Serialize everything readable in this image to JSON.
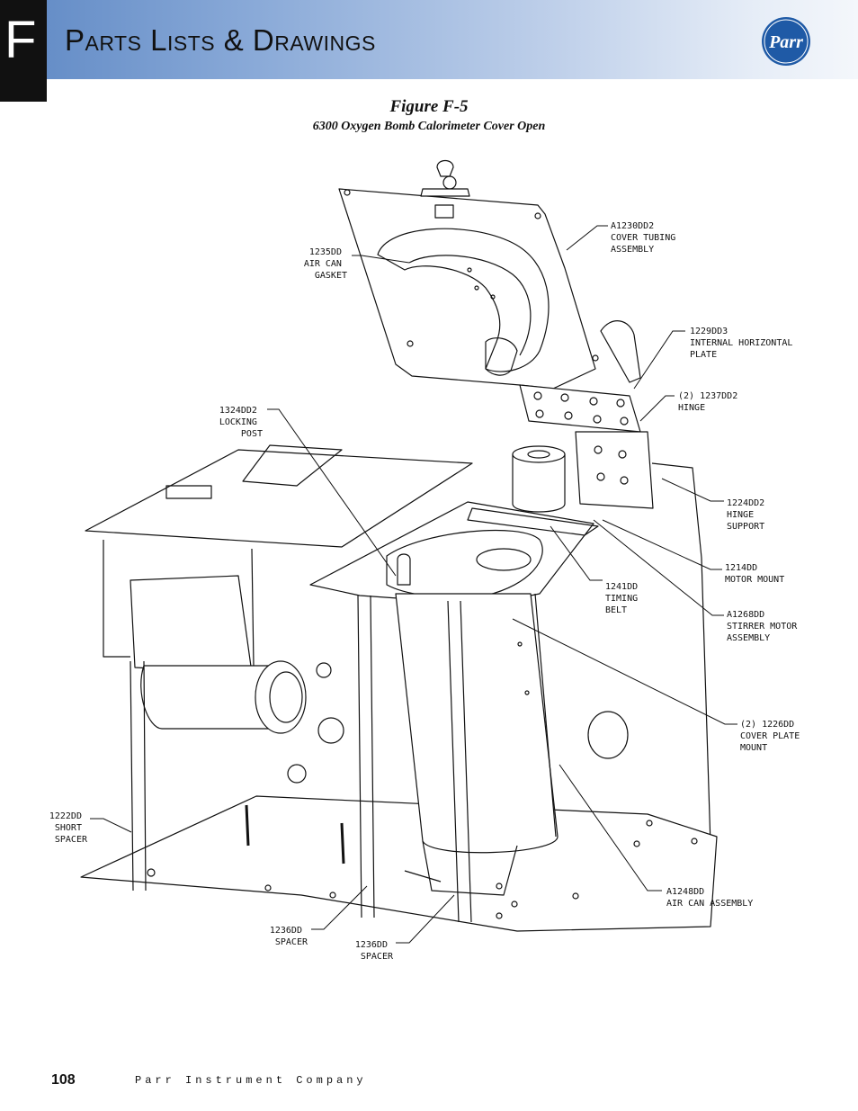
{
  "header": {
    "section_letter": "F",
    "title": "Parts Lists & Drawings",
    "logo_text": "Parr"
  },
  "figure": {
    "title": "Figure F-5",
    "subtitle": "6300 Oxygen Bomb Calorimeter Cover Open"
  },
  "callouts": [
    {
      "lines": [
        "A1230DD2",
        "COVER TUBING",
        "ASSEMBLY"
      ]
    },
    {
      "lines": [
        "1235DD",
        "AIR CAN",
        "GASKET"
      ]
    },
    {
      "lines": [
        "1229DD3",
        "INTERNAL HORIZONTAL",
        "PLATE"
      ]
    },
    {
      "lines": [
        "(2) 1237DD2",
        "HINGE"
      ]
    },
    {
      "lines": [
        "1324DD2",
        "LOCKING",
        "POST"
      ]
    },
    {
      "lines": [
        "1224DD2",
        "HINGE",
        "SUPPORT"
      ]
    },
    {
      "lines": [
        "1214DD",
        "MOTOR MOUNT"
      ]
    },
    {
      "lines": [
        "1241DD",
        "TIMING",
        "BELT"
      ]
    },
    {
      "lines": [
        "A1268DD",
        "STIRRER MOTOR",
        "ASSEMBLY"
      ]
    },
    {
      "lines": [
        "(2) 1226DD",
        "COVER PLATE",
        "MOUNT"
      ]
    },
    {
      "lines": [
        "1222DD",
        "SHORT",
        "SPACER"
      ]
    },
    {
      "lines": [
        "A1248DD",
        "AIR CAN ASSEMBLY"
      ]
    },
    {
      "lines": [
        "1236DD",
        "SPACER"
      ]
    },
    {
      "lines": [
        "1236DD",
        "SPACER"
      ]
    }
  ],
  "footer": {
    "page_number": "108",
    "company": "Parr Instrument Company"
  }
}
